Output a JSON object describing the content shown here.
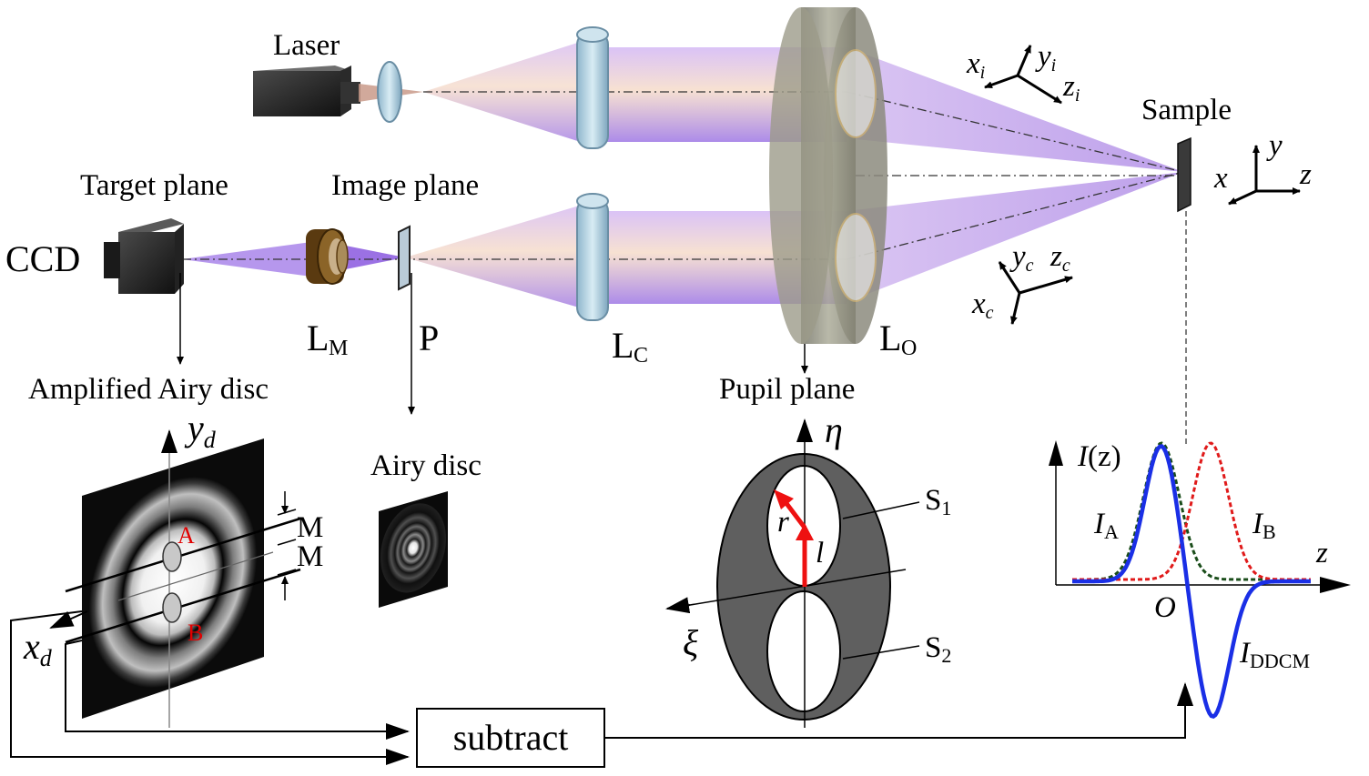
{
  "labels": {
    "laser": "Laser",
    "sample": "Sample",
    "target_plane": "Target plane",
    "image_plane": "Image plane",
    "ccd": "CCD",
    "lm_main": "L",
    "lm_sub": "M",
    "p": "P",
    "lc_main": "L",
    "lc_sub": "C",
    "lo_main": "L",
    "lo_sub": "O",
    "pupil_plane": "Pupil plane",
    "amplified_airy_disc": "Amplified Airy disc",
    "airy_disc": "Airy disc",
    "subtract": "subtract"
  },
  "coords": {
    "illum": {
      "x": "x",
      "x_sub": "i",
      "y": "y",
      "y_sub": "i",
      "z": "z",
      "z_sub": "i"
    },
    "sample": {
      "x": "x",
      "y": "y",
      "z": "z"
    },
    "collect": {
      "x": "x",
      "x_sub": "c",
      "y": "y",
      "y_sub": "c",
      "z": "z",
      "z_sub": "c"
    }
  },
  "detector": {
    "y_axis": "y",
    "y_sub": "d",
    "x_axis": "x",
    "x_sub": "d",
    "point_a": "A",
    "point_b": "B",
    "m_top": "M",
    "m_bottom": "M"
  },
  "pupil": {
    "eta": "η",
    "xi": "ξ",
    "s1_main": "S",
    "s1_sub": "1",
    "s2_main": "S",
    "s2_sub": "2",
    "r": "r",
    "l": "l"
  },
  "plot": {
    "ylabel_main": "I",
    "ylabel_rest": "(z)",
    "xlabel": "z",
    "origin": "O",
    "ia_main": "I",
    "ia_sub": "A",
    "ib_main": "I",
    "ib_sub": "B",
    "iddcm_main": "I",
    "iddcm_sub": "DDCM"
  },
  "colors": {
    "beam": "#9b6fe0",
    "beam_warm": "#f0c8a8",
    "signal_blue": "#1a2fe6",
    "ia_green": "#1a4d1a",
    "ib_red": "#e01a1a",
    "arrow_red": "#ee1111",
    "pupil_gray": "#606060"
  }
}
